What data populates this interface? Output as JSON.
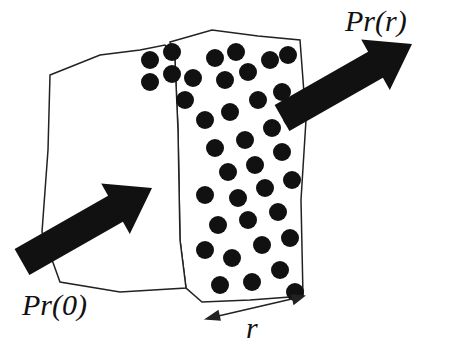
{
  "diagram": {
    "labels": [
      "Pr(0)",
      "Pr(r)",
      "r"
    ]
  }
}
